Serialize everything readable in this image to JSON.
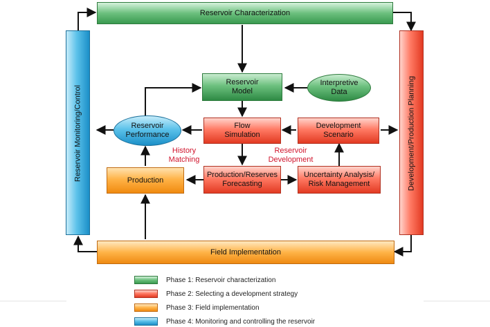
{
  "phases": {
    "reservoir_characterization": "Reservoir Characterization",
    "field_implementation": "Field Implementation",
    "monitoring_control": "Reservoir Monitoring/Control",
    "development_planning": "Development/Production Planning"
  },
  "nodes": {
    "reservoir_model": "Reservoir\nModel",
    "interpretive_data": "Interpretive\nData",
    "reservoir_performance": "Reservoir\nPerformance",
    "flow_simulation": "Flow\nSimulation",
    "development_scenario": "Development\nScenario",
    "production": "Production",
    "production_forecasting": "Production/Reserves\nForecasting",
    "uncertainty_analysis": "Uncertainty Analysis/\nRisk Management"
  },
  "annotations": {
    "history_matching": "History\nMatching",
    "reservoir_development": "Reservoir\nDevelopment"
  },
  "legend": [
    {
      "label": "Phase 1: Reservoir characterization",
      "color": "#4caf62"
    },
    {
      "label": "Phase 2: Selecting a development strategy",
      "color": "#f25a44"
    },
    {
      "label": "Phase 3: Field implementation",
      "color": "#f7a23a"
    },
    {
      "label": "Phase 4: Monitoring and controlling the reservoir",
      "color": "#3fb3e2"
    }
  ],
  "colors": {
    "phase1": "#4caf62",
    "phase2": "#f25a44",
    "phase3": "#f7a23a",
    "phase4": "#3fb3e2",
    "annotation": "#d0142c"
  }
}
